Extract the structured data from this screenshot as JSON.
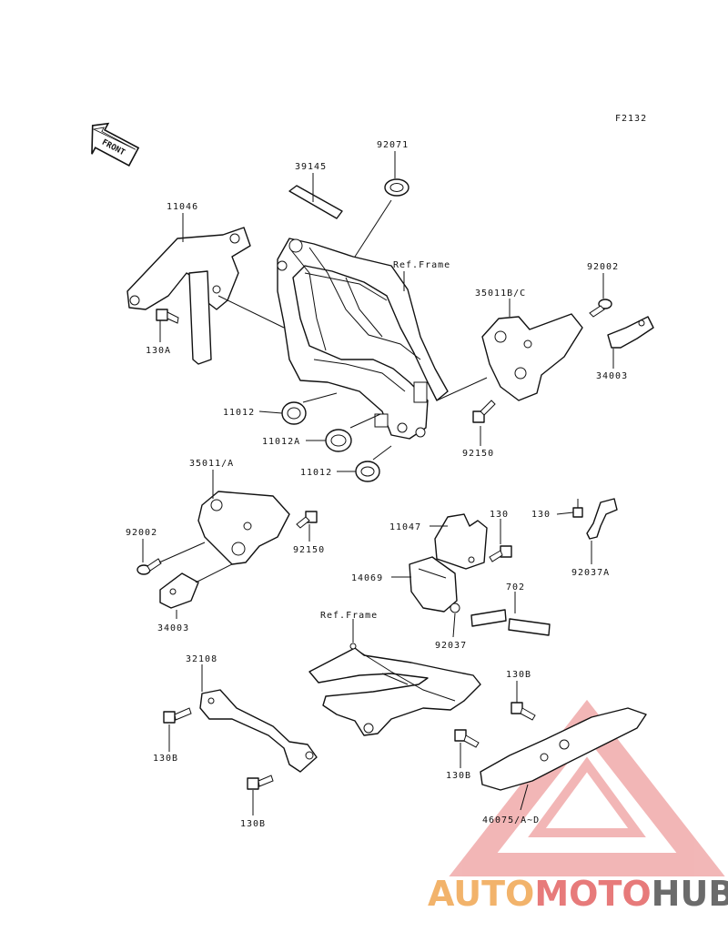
{
  "figure_code": "F2132",
  "front_arrow_label": "FRONT",
  "labels": {
    "l39145": "39145",
    "l92071": "92071",
    "l11046": "11046",
    "l130A": "130A",
    "refFrame1": "Ref.Frame",
    "l92002a": "92002",
    "l35011BC": "35011B/C",
    "l34003a": "34003",
    "l92150a": "92150",
    "l11012a": "11012",
    "l11012A": "11012A",
    "l11012b": "11012",
    "l35011A": "35011/A",
    "l92002b": "92002",
    "l92150b": "92150",
    "l34003b": "34003",
    "l11047": "11047",
    "l130a": "130",
    "l130b": "130",
    "l14069": "14069",
    "l92037A": "92037A",
    "l702": "702",
    "l92037": "92037",
    "refFrame2": "Ref.Frame",
    "l32108": "32108",
    "l130Ba": "130B",
    "l130Bb": "130B",
    "l130Bc": "130B",
    "l130Bd": "130B",
    "l46075": "46075/A~D"
  },
  "watermark": {
    "part1": "AUTO",
    "part2": "MOTO",
    "part3": "HUB"
  }
}
